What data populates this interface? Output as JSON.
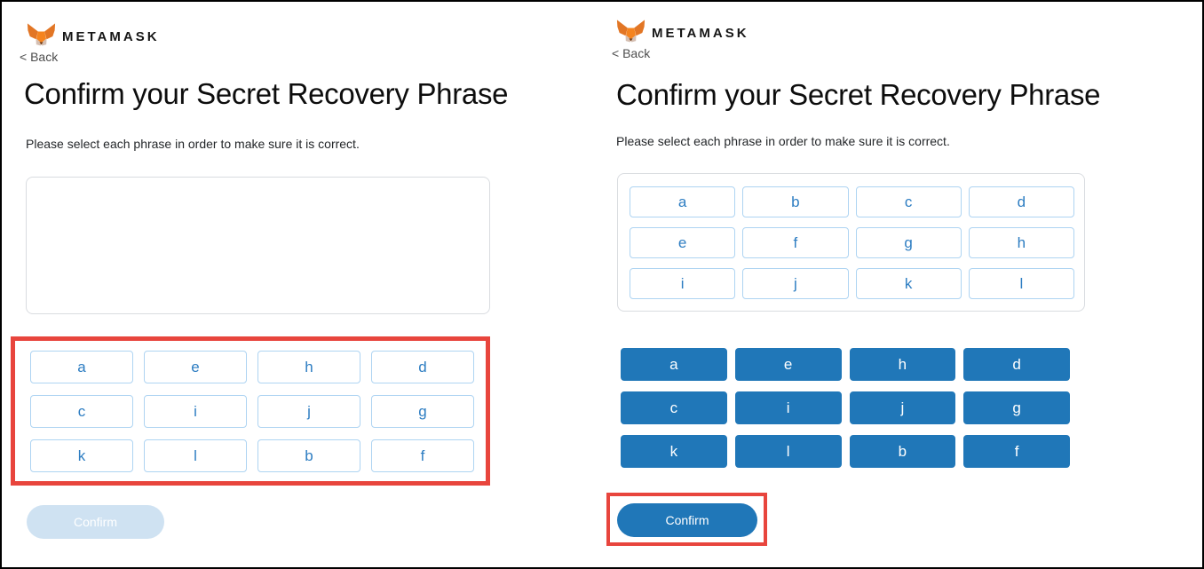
{
  "colors": {
    "primary_blue": "#2077b8",
    "chip_border": "#aed4f2",
    "chip_text": "#2d7dc2",
    "disabled_confirm_bg": "#cfe2f2",
    "confirm_text": "#ffffff",
    "annotation_red": "#e8453d",
    "box_border": "#d9dce0",
    "heading_text": "#0d0d0d",
    "body_text": "#24272a",
    "back_text": "#4d4d4d",
    "brand_text": "#161616",
    "page_border": "#000000"
  },
  "left_panel": {
    "brand": "METAMASK",
    "back_label": "< Back",
    "title": "Confirm your Secret Recovery Phrase",
    "subtitle": "Please select each phrase in order to make sure it is correct.",
    "selected_words": [],
    "word_bank": [
      "a",
      "e",
      "h",
      "d",
      "c",
      "i",
      "j",
      "g",
      "k",
      "l",
      "b",
      "f"
    ],
    "confirm_label": "Confirm",
    "confirm_state": "disabled",
    "highlight": "word-bank"
  },
  "right_panel": {
    "brand": "METAMASK",
    "back_label": "< Back",
    "title": "Confirm your Secret Recovery Phrase",
    "subtitle": "Please select each phrase in order to make sure it is correct.",
    "selected_words": [
      "a",
      "b",
      "c",
      "d",
      "e",
      "f",
      "g",
      "h",
      "i",
      "j",
      "k",
      "l"
    ],
    "word_bank": [
      "a",
      "e",
      "h",
      "d",
      "c",
      "i",
      "j",
      "g",
      "k",
      "l",
      "b",
      "f"
    ],
    "confirm_label": "Confirm",
    "confirm_state": "enabled",
    "highlight": "confirm-button"
  }
}
